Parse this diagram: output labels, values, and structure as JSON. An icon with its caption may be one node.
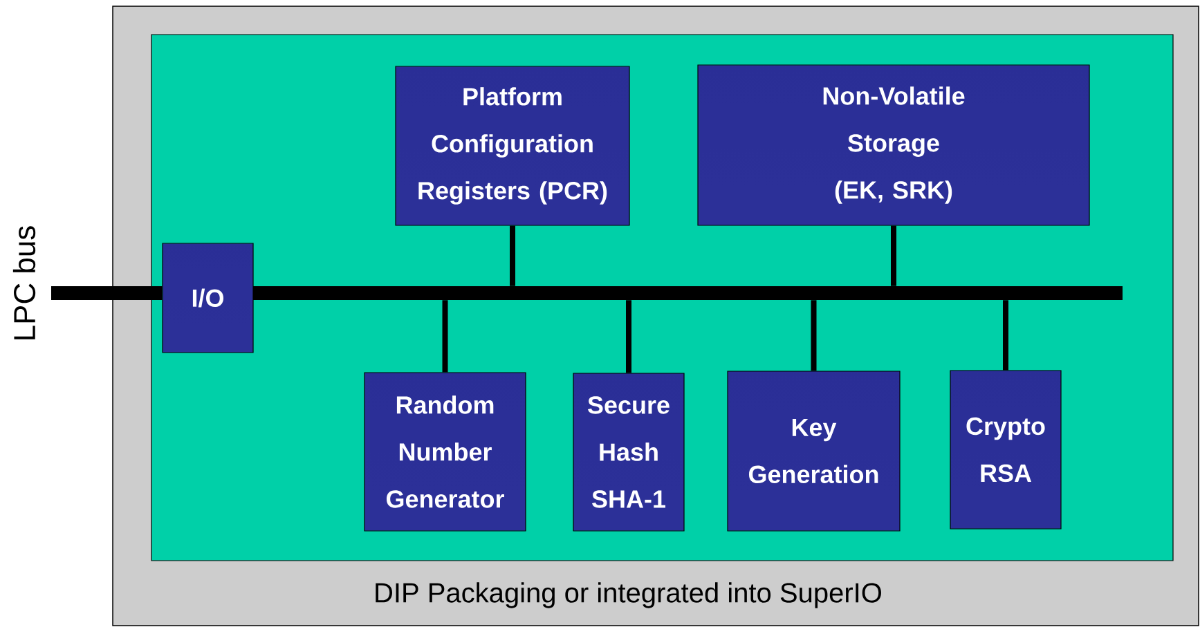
{
  "diagram": {
    "nodes": [
      {
        "text": [
          "DIP Packaging or integrated into SuperIO"
        ]
      },
      {
        "text": [],
        "shape": "box",
        "in": 0
      },
      {
        "text": [
          "Platform Configuration Registers (PCR)"
        ],
        "in": 1
      },
      {
        "text": [
          "Non-Volatile Storage (EK, SRK)"
        ],
        "in": 1
      },
      {
        "text": [
          "I/O"
        ],
        "in": 1
      },
      {
        "text": [],
        "shape": "bar",
        "in": 1
      },
      {
        "text": [
          "Random Number Generator"
        ],
        "in": 1
      },
      {
        "text": [
          "Secure Hash SHA-1"
        ],
        "in": 1
      },
      {
        "text": [
          "Key Generation"
        ],
        "in": 1
      },
      {
        "text": [
          "Crypto RSA"
        ],
        "in": 1
      }
    ],
    "edges": [
      {
        "from": null,
        "to": 4,
        "arrow": "none",
        "style": "thick"
      },
      {
        "from": 2,
        "to": 5,
        "arrow": "none"
      },
      {
        "from": 3,
        "to": 5,
        "arrow": "none"
      },
      {
        "from": 5,
        "to": 6,
        "arrow": "none"
      },
      {
        "from": 5,
        "to": 7,
        "arrow": "none"
      },
      {
        "from": 5,
        "to": 8,
        "arrow": "none"
      },
      {
        "from": 5,
        "to": 9,
        "arrow": "none"
      }
    ],
    "labels": [
      "LPC bus"
    ]
  }
}
